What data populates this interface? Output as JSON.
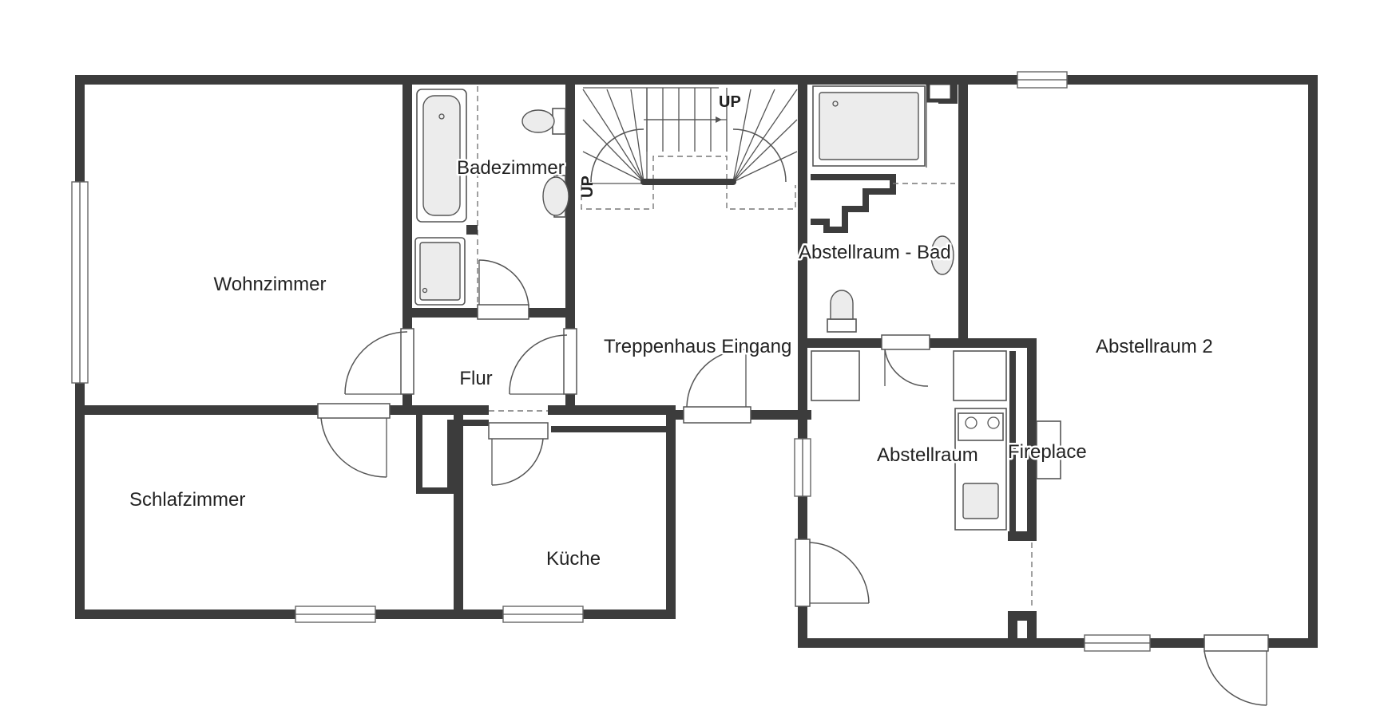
{
  "rooms": {
    "wohnzimmer": "Wohnzimmer",
    "badezimmer": "Badezimmer",
    "flur": "Flur",
    "treppenhaus": "Treppenhaus Eingang",
    "abstellraum_bad": "Abstellraum - Bad",
    "abstellraum": "Abstellraum",
    "abstellraum2": "Abstellraum 2",
    "fireplace": "Fireplace",
    "schlafzimmer": "Schlafzimmer",
    "kueche": "Küche"
  },
  "stairs": {
    "up_top": "UP",
    "up_side": "UP"
  },
  "colors": {
    "wall": "#3c3c3c",
    "background": "#ffffff"
  }
}
